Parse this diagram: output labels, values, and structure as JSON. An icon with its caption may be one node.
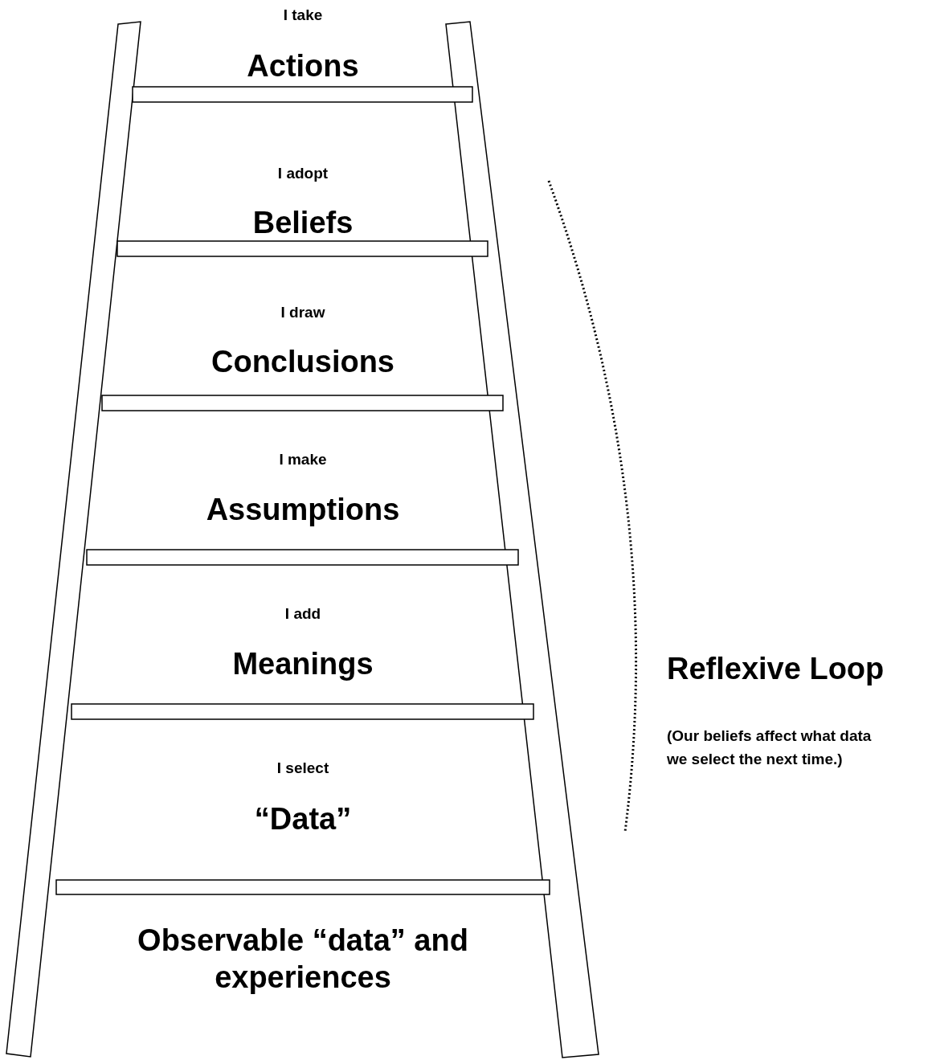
{
  "diagram": {
    "labels": [
      "I take",
      "Actions",
      "I adopt",
      "Beliefs",
      "I draw",
      "Conclusions",
      "I make",
      "Assumptions",
      "I add",
      "Meanings",
      "I select",
      "“Data”",
      "Observable “data” and experiences",
      "Reflexive Loop",
      "(Our beliefs affect what data we select the next time.)"
    ]
  }
}
